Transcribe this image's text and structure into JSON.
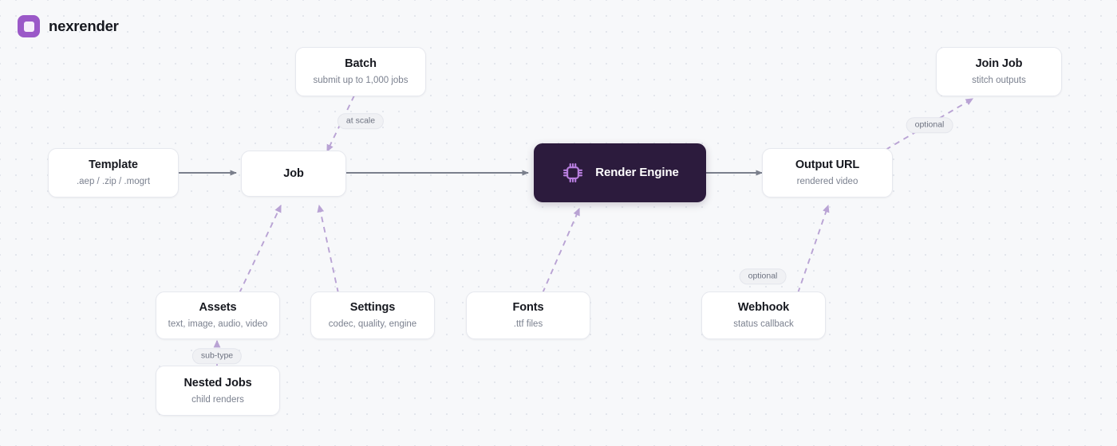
{
  "brand": {
    "name": "nexrender",
    "logo_icon": "rounded-square-logo-icon",
    "logo_color": "#9b59c8"
  },
  "canvas": {
    "background_color": "#f7f8fa",
    "dot_grid_color": "#e3e6ec",
    "solid_edge_color": "#7a7f8c",
    "dashed_edge_color": "#b9a3d4"
  },
  "nodes": [
    {
      "id": "template",
      "title": "Template",
      "subtitle": ".aep / .zip / .mogrt",
      "variant": "light"
    },
    {
      "id": "batch",
      "title": "Batch",
      "subtitle": "submit up to 1,000 jobs",
      "variant": "light"
    },
    {
      "id": "job",
      "title": "Job",
      "subtitle": "",
      "variant": "light"
    },
    {
      "id": "render-engine",
      "title": "Render Engine",
      "subtitle": "",
      "variant": "dark",
      "icon": "cpu-icon"
    },
    {
      "id": "output-url",
      "title": "Output URL",
      "subtitle": "rendered video",
      "variant": "light"
    },
    {
      "id": "join-job",
      "title": "Join Job",
      "subtitle": "stitch outputs",
      "variant": "light"
    },
    {
      "id": "assets",
      "title": "Assets",
      "subtitle": "text, image, audio, video",
      "variant": "light"
    },
    {
      "id": "settings",
      "title": "Settings",
      "subtitle": "codec, quality, engine",
      "variant": "light"
    },
    {
      "id": "fonts",
      "title": "Fonts",
      "subtitle": ".ttf files",
      "variant": "light"
    },
    {
      "id": "webhook",
      "title": "Webhook",
      "subtitle": "status callback",
      "variant": "light"
    },
    {
      "id": "nested-jobs",
      "title": "Nested Jobs",
      "subtitle": "child renders",
      "variant": "light"
    }
  ],
  "edge_labels": [
    {
      "id": "at-scale",
      "text": "at scale"
    },
    {
      "id": "optional-join",
      "text": "optional"
    },
    {
      "id": "optional-webhook",
      "text": "optional"
    },
    {
      "id": "sub-type",
      "text": "sub-type"
    }
  ],
  "edges": [
    {
      "from": "template",
      "to": "job",
      "style": "solid"
    },
    {
      "from": "job",
      "to": "render-engine",
      "style": "solid"
    },
    {
      "from": "render-engine",
      "to": "output-url",
      "style": "solid"
    },
    {
      "from": "batch",
      "to": "job",
      "style": "dashed",
      "label": "at scale"
    },
    {
      "from": "assets",
      "to": "job",
      "style": "dashed"
    },
    {
      "from": "settings",
      "to": "job",
      "style": "dashed"
    },
    {
      "from": "fonts",
      "to": "render-engine",
      "style": "dashed"
    },
    {
      "from": "webhook",
      "to": "output-url",
      "style": "dashed",
      "label": "optional"
    },
    {
      "from": "output-url",
      "to": "join-job",
      "style": "dashed",
      "label": "optional"
    },
    {
      "from": "nested-jobs",
      "to": "assets",
      "style": "dashed",
      "label": "sub-type"
    }
  ]
}
